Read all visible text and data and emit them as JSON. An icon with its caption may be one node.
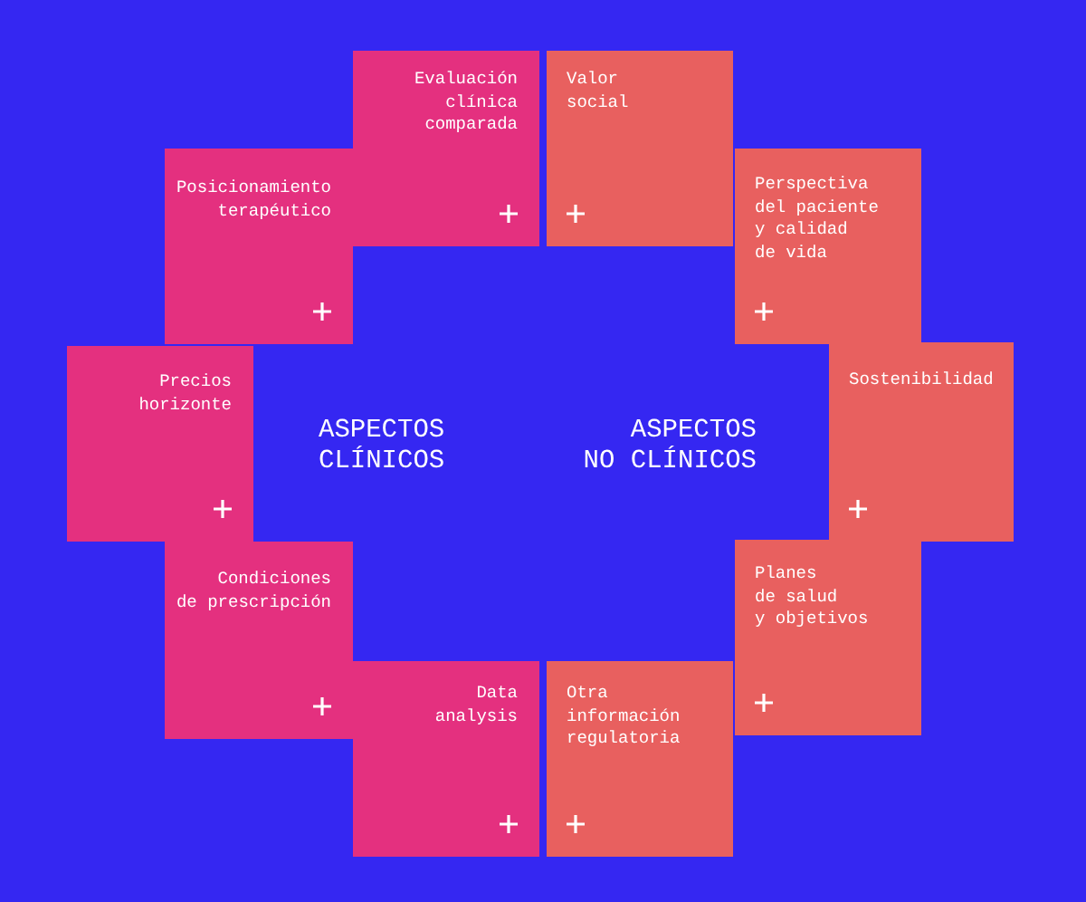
{
  "diagram": {
    "nodes": [
      {
        "text": [
          "Evaluación clínica comparada"
        ]
      },
      {
        "text": [
          "Valor social"
        ]
      },
      {
        "text": [
          "Posicionamiento terapéutico"
        ]
      },
      {
        "text": [
          "Perspectiva del paciente y calidad de vida"
        ]
      },
      {
        "text": [
          "Precios horizonte"
        ]
      },
      {
        "text": [
          "Sostenibilidad"
        ]
      },
      {
        "text": [
          "Condiciones de prescripción"
        ]
      },
      {
        "text": [
          "Planes de salud y objetivos"
        ]
      },
      {
        "text": [
          "Data analysis"
        ]
      },
      {
        "text": [
          "Otra información regulatoria"
        ]
      }
    ],
    "labels": [
      "ASPECTOS CLÍNICOS",
      "ASPECTOS NO CLÍNICOS"
    ]
  }
}
